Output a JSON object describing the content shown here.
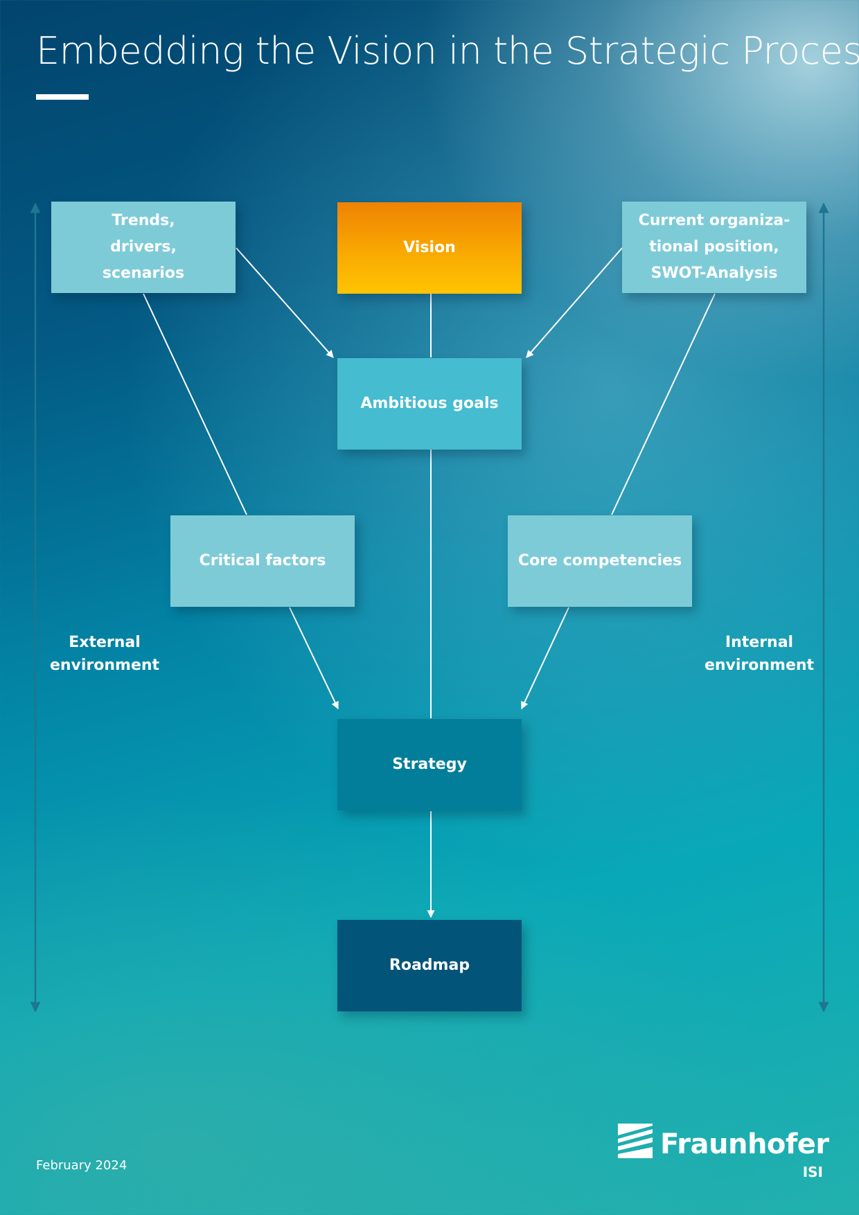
{
  "title": "Embedding the Vision in the Strategic Process",
  "nodes": {
    "trends": "Trends,\ndrivers,\nscenarios",
    "vision": "Vision",
    "current_position": "Current organiza-\ntional position,\nSWOT-Analysis",
    "goals": "Ambitious goals",
    "critical_factors": "Critical factors",
    "core_competencies": "Core competencies",
    "strategy": "Strategy",
    "roadmap": "Roadmap"
  },
  "side_labels": {
    "external": "External\nenvironment",
    "internal": "Internal\nenvironment"
  },
  "footer": {
    "date": "February 2024",
    "logo_name": "Fraunhofer",
    "logo_sub": "ISI"
  },
  "colors": {
    "vision": "#f9a902",
    "light_box": "#7ecbd8",
    "goals": "#45bcd0",
    "strategy": "#027e9a",
    "roadmap": "#025478"
  },
  "icons": [
    "fraunhofer-logo-icon"
  ]
}
